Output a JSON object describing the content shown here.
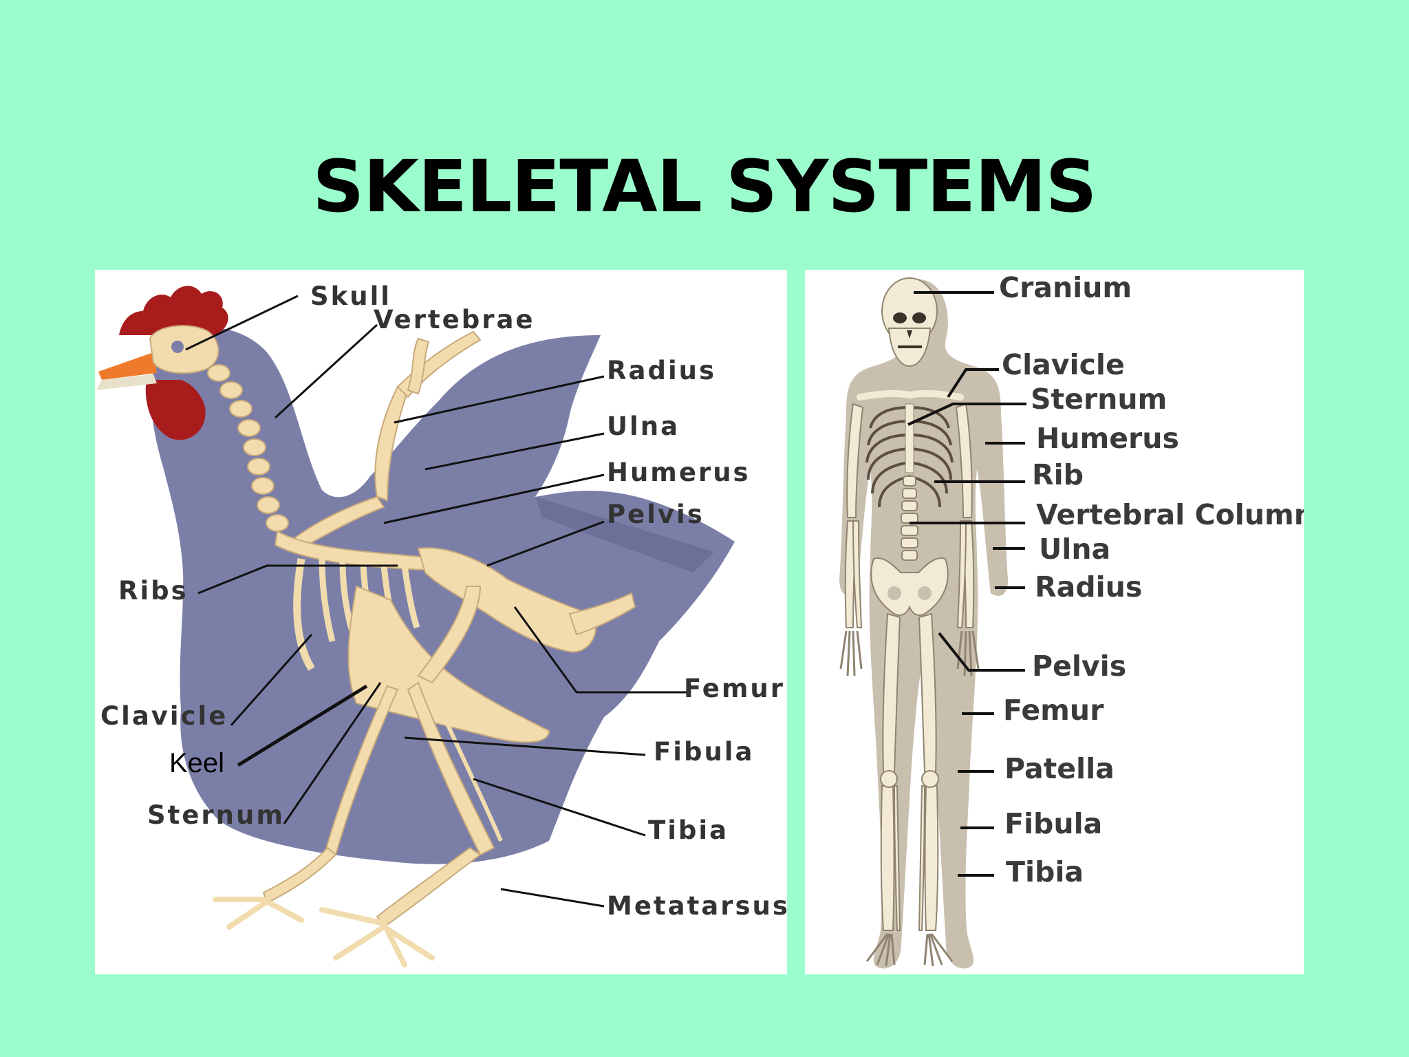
{
  "title": "SKELETAL SYSTEMS",
  "colors": {
    "background": "#9bfdcb",
    "panel": "#ffffff",
    "chicken_body": "#7b7fa8",
    "bone": "#f2dcae",
    "comb": "#a81c1c",
    "beak": "#f07a2c",
    "human_silhouette": "#c9bfae"
  },
  "chicken": {
    "labels": {
      "skull": "Skull",
      "vertebrae": "Vertebrae",
      "radius": "Radius",
      "ulna": "Ulna",
      "humerus": "Humerus",
      "pelvis": "Pelvis",
      "ribs": "Ribs",
      "femur": "Femur",
      "clavicle": "Clavicle",
      "keel": "Keel",
      "fibula": "Fibula",
      "sternum": "Sternum",
      "tibia": "Tibia",
      "metatarsus": "Metatarsus"
    }
  },
  "human": {
    "labels": {
      "cranium": "Cranium",
      "clavicle": "Clavicle",
      "sternum": "Sternum",
      "humerus": "Humerus",
      "rib": "Rib",
      "vertebral_column": "Vertebral Column",
      "ulna": "Ulna",
      "radius": "Radius",
      "pelvis": "Pelvis",
      "femur": "Femur",
      "patella": "Patella",
      "fibula": "Fibula",
      "tibia": "Tibia"
    }
  }
}
